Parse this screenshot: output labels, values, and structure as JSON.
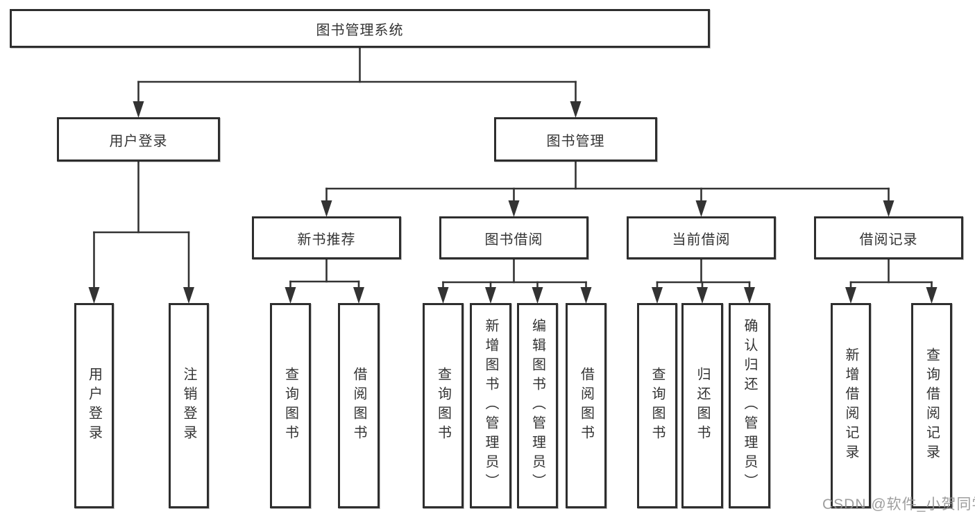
{
  "diagram": {
    "type": "hierarchy-flowchart",
    "tree": {
      "label": "图书管理系统",
      "children": [
        {
          "label": "用户登录",
          "children": [
            {
              "label": "用户登录"
            },
            {
              "label": "注销登录"
            }
          ]
        },
        {
          "label": "图书管理",
          "children": [
            {
              "label": "新书推荐",
              "children": [
                {
                  "label": "查询图书"
                },
                {
                  "label": "借阅图书"
                }
              ]
            },
            {
              "label": "图书借阅",
              "children": [
                {
                  "label": "查询图书"
                },
                {
                  "label": "新增图书（管理员）"
                },
                {
                  "label": "编辑图书（管理员）"
                },
                {
                  "label": "借阅图书"
                }
              ]
            },
            {
              "label": "当前借阅",
              "children": [
                {
                  "label": "查询图书"
                },
                {
                  "label": "归还图书"
                },
                {
                  "label": "确认归还（管理员）"
                }
              ]
            },
            {
              "label": "借阅记录",
              "children": [
                {
                  "label": "新增借阅记录"
                },
                {
                  "label": "查询借阅记录"
                }
              ]
            }
          ]
        }
      ]
    },
    "colors": {
      "line": "#333333",
      "box_border": "#2e2e2e",
      "text": "#333333",
      "background": "#ffffff",
      "watermark": "#949494"
    }
  },
  "watermark": {
    "text": "CSDN @软件_小贺同学"
  }
}
